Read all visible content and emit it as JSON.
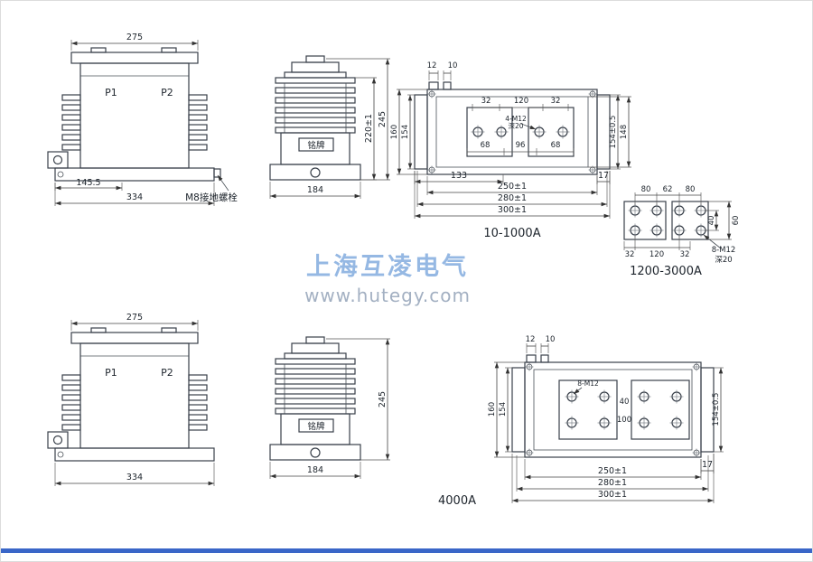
{
  "watermark": {
    "title": "上海互凌电气",
    "url": "www.hutegy.com"
  },
  "front_top": {
    "dim_275": "275",
    "p1": "P1",
    "p2": "P2",
    "dim_145_5": "145.5",
    "dim_334": "334",
    "ground_note": "M8接地螺栓"
  },
  "side_top": {
    "nameplate": "铭牌",
    "dim_220": "220±1",
    "dim_245": "245",
    "dim_184": "184"
  },
  "plan_top": {
    "label": "10-1000A",
    "dim_12": "12",
    "dim_10": "10",
    "dim_160": "160",
    "dim_154": "154",
    "dim_32_l": "32",
    "dim_120": "120",
    "dim_32_r": "32",
    "note1": "4-M12",
    "note2": "深20",
    "dim_68_l": "68",
    "dim_96": "96",
    "dim_68_r": "68",
    "dim_154_05": "154±0.5",
    "dim_148": "148",
    "dim_133": "133",
    "dim_17": "17",
    "dim_250": "250±1",
    "dim_280": "280±1",
    "dim_300": "300±1"
  },
  "pattern": {
    "label": "1200-3000A",
    "dim_80_l": "80",
    "dim_62": "62",
    "dim_80_r": "80",
    "dim_32_l": "32",
    "dim_120": "120",
    "dim_32_r": "32",
    "dim_40": "40",
    "dim_60": "60",
    "note1": "8-M12",
    "note2": "深20"
  },
  "front_bottom": {
    "dim_275": "275",
    "p1": "P1",
    "p2": "P2",
    "dim_334": "334"
  },
  "side_bottom": {
    "nameplate": "铭牌",
    "dim_245": "245",
    "dim_184": "184"
  },
  "plan_bottom": {
    "label": "4000A",
    "dim_12": "12",
    "dim_10": "10",
    "dim_160": "160",
    "dim_154": "154",
    "note1": "8-M12",
    "dim_40": "40",
    "dim_100": "100",
    "dim_154_05": "154±0.5",
    "dim_17": "17",
    "dim_250": "250±1",
    "dim_280": "280±1",
    "dim_300": "300±1"
  }
}
